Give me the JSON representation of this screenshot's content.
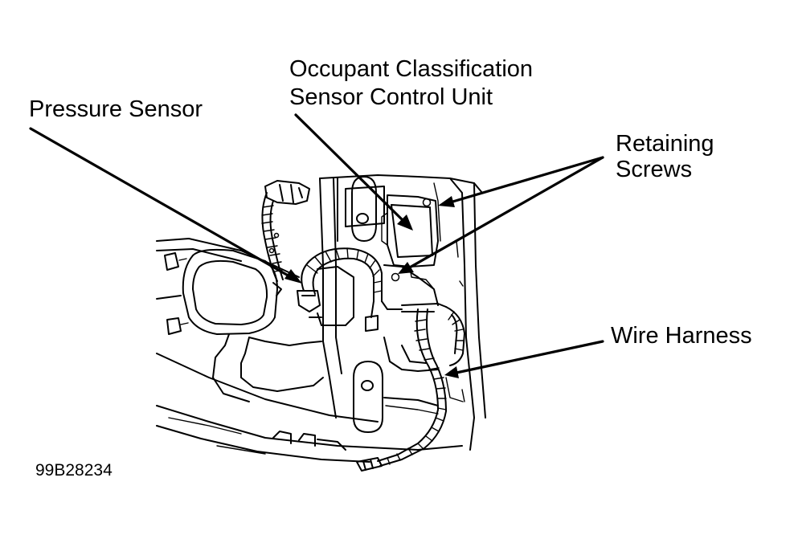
{
  "labels": {
    "pressure_sensor": "Pressure Sensor",
    "control_unit_line1": "Occupant Classification",
    "control_unit_line2": "Sensor Control Unit",
    "retaining_line1": "Retaining",
    "retaining_line2": "Screws",
    "wire_harness": "Wire Harness"
  },
  "figure_id": "99B28234",
  "colors": {
    "ink": "#000000",
    "paper": "#ffffff"
  }
}
